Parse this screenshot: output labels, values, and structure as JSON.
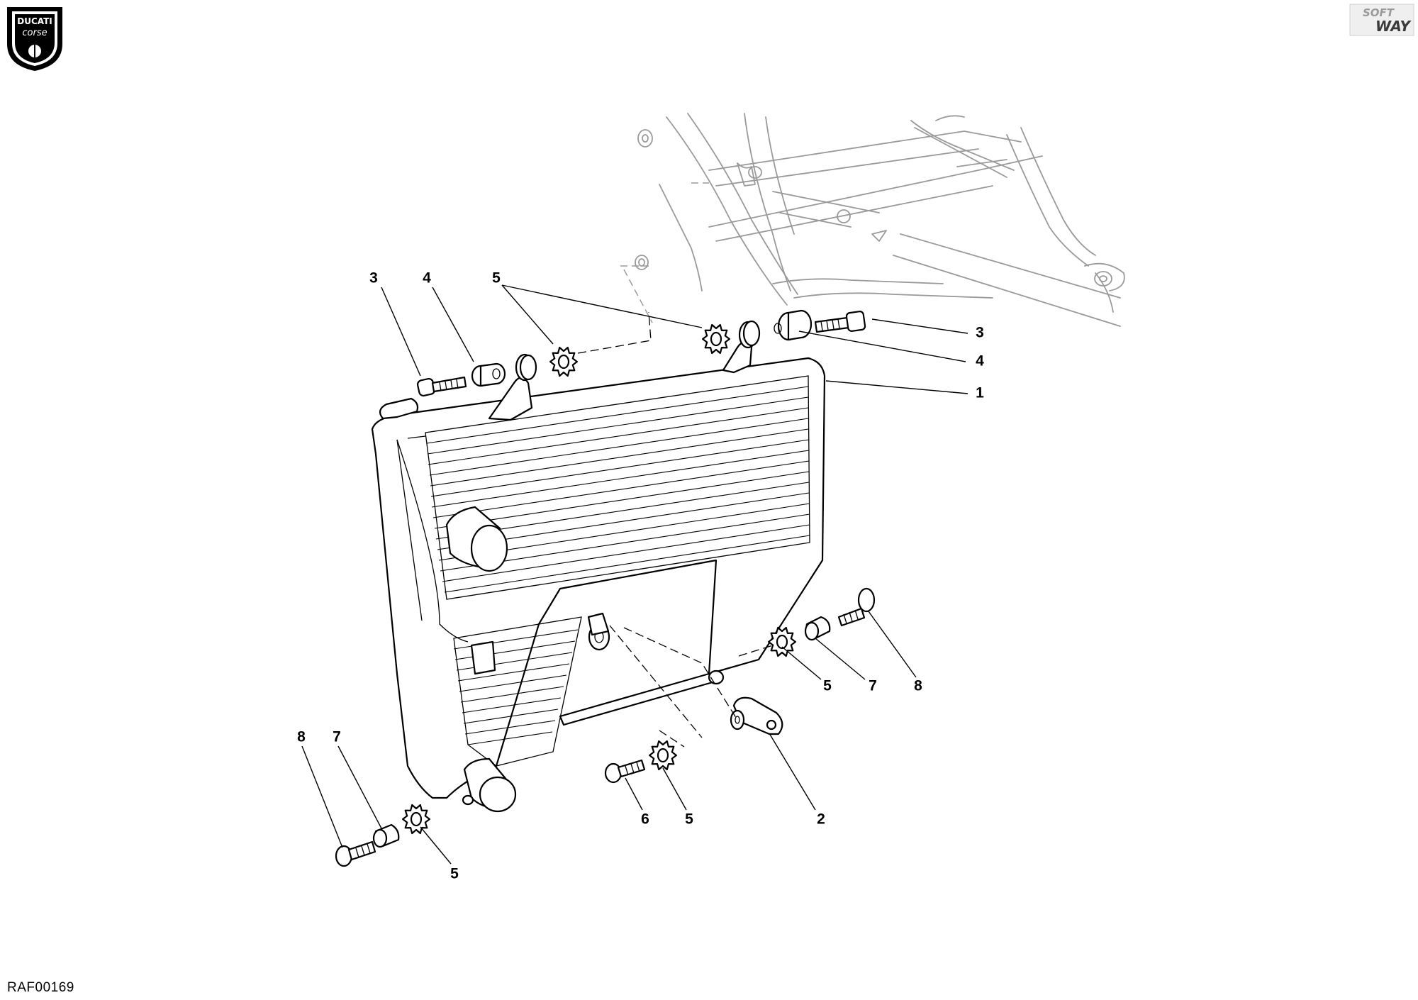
{
  "brand": {
    "logo_left_line1": "DUCATI",
    "logo_left_line2": "corse",
    "logo_right_line1": "SOFT",
    "logo_right_line2": "WAY"
  },
  "drawing_code": "RAF00169",
  "callouts": [
    {
      "id": "c-3a",
      "text": "3"
    },
    {
      "id": "c-4a",
      "text": "4"
    },
    {
      "id": "c-5a",
      "text": "5"
    },
    {
      "id": "c-3b",
      "text": "3"
    },
    {
      "id": "c-4b",
      "text": "4"
    },
    {
      "id": "c-1",
      "text": "1"
    },
    {
      "id": "c-5b",
      "text": "5"
    },
    {
      "id": "c-7a",
      "text": "7"
    },
    {
      "id": "c-8a",
      "text": "8"
    },
    {
      "id": "c-8b",
      "text": "8"
    },
    {
      "id": "c-7b",
      "text": "7"
    },
    {
      "id": "c-6",
      "text": "6"
    },
    {
      "id": "c-5c",
      "text": "5"
    },
    {
      "id": "c-2",
      "text": "2"
    },
    {
      "id": "c-5d",
      "text": "5"
    }
  ]
}
